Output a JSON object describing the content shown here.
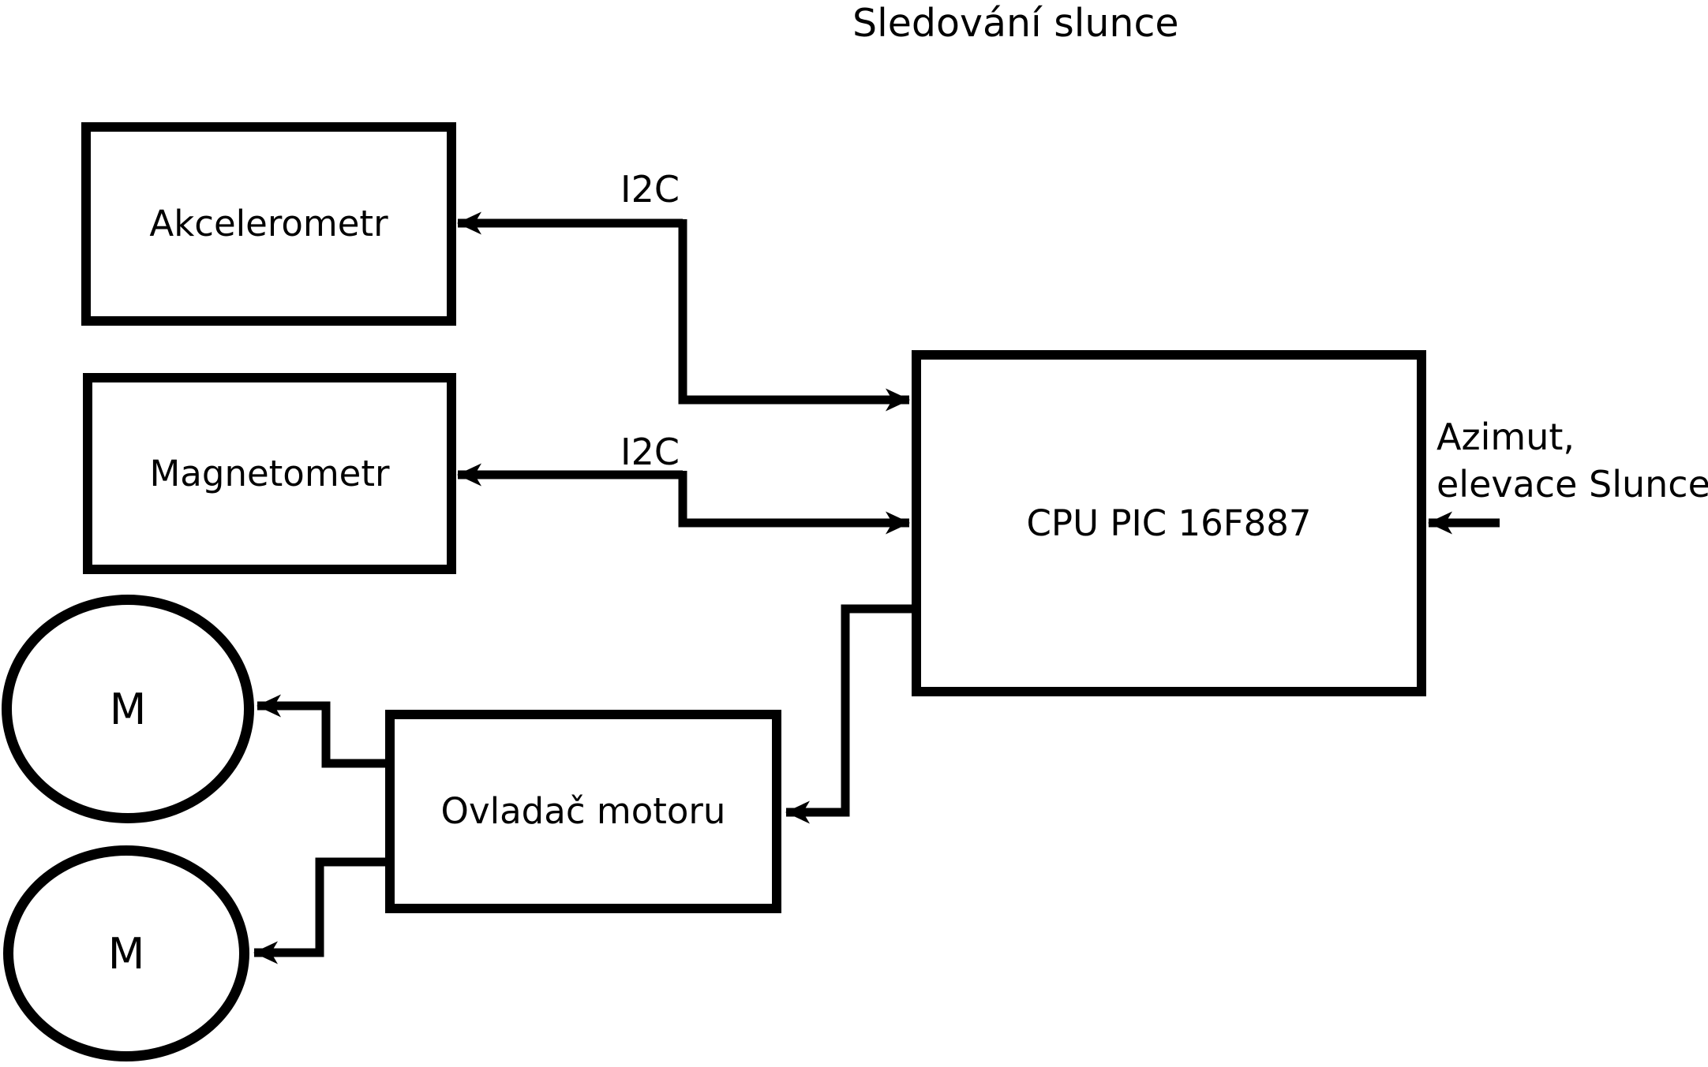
{
  "title": "Sledování slunce",
  "blocks": {
    "akcelerometr": {
      "label": "Akcelerometr"
    },
    "magnetometr": {
      "label": "Magnetometr"
    },
    "cpu": {
      "label": "CPU PIC 16F887"
    },
    "motor_driver": {
      "label": "Ovladač motoru"
    },
    "motor_top": {
      "label": "M"
    },
    "motor_bottom": {
      "label": "M"
    }
  },
  "connections": {
    "i2c_akcelerometr_label": "I2C",
    "i2c_magnetometr_label": "I2C",
    "azimut_line1": "Azimut,",
    "azimut_line2": "elevace Slunce"
  },
  "colors": {
    "line": "#000000",
    "background": "#ffffff"
  }
}
